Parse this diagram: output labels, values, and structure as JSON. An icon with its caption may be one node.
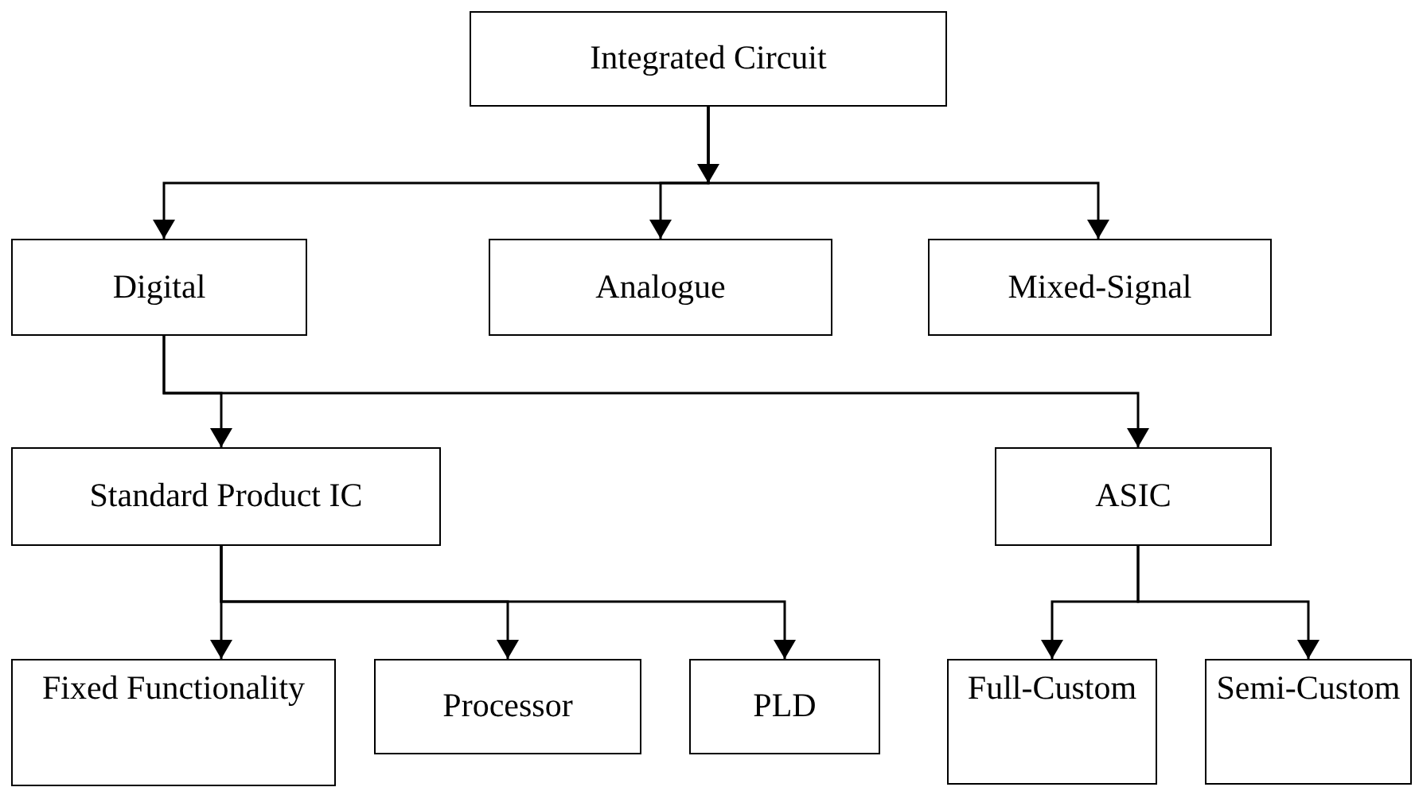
{
  "diagram": {
    "nodes": [
      {
        "text": [
          "Integrated Circuit"
        ]
      },
      {
        "text": [
          "Digital"
        ]
      },
      {
        "text": [
          "Analogue"
        ]
      },
      {
        "text": [
          "Mixed-Signal"
        ]
      },
      {
        "text": [
          "Standard Product IC"
        ]
      },
      {
        "text": [
          "ASIC"
        ]
      },
      {
        "text": [
          "Fixed Functionality"
        ]
      },
      {
        "text": [
          "Processor"
        ]
      },
      {
        "text": [
          "PLD"
        ]
      },
      {
        "text": [
          "Full-Custom"
        ]
      },
      {
        "text": [
          "Semi-Custom"
        ]
      }
    ],
    "edges": [
      {
        "from": 0,
        "to": 1,
        "arrow": "to"
      },
      {
        "from": 0,
        "to": 2,
        "arrow": "to"
      },
      {
        "from": 0,
        "to": 3,
        "arrow": "to"
      },
      {
        "from": 1,
        "to": 4,
        "arrow": "to"
      },
      {
        "from": 1,
        "to": 5,
        "arrow": "to"
      },
      {
        "from": 4,
        "to": 6,
        "arrow": "to"
      },
      {
        "from": 4,
        "to": 7,
        "arrow": "to"
      },
      {
        "from": 4,
        "to": 8,
        "arrow": "to"
      },
      {
        "from": 5,
        "to": 9,
        "arrow": "to"
      },
      {
        "from": 5,
        "to": 10,
        "arrow": "to"
      }
    ]
  }
}
